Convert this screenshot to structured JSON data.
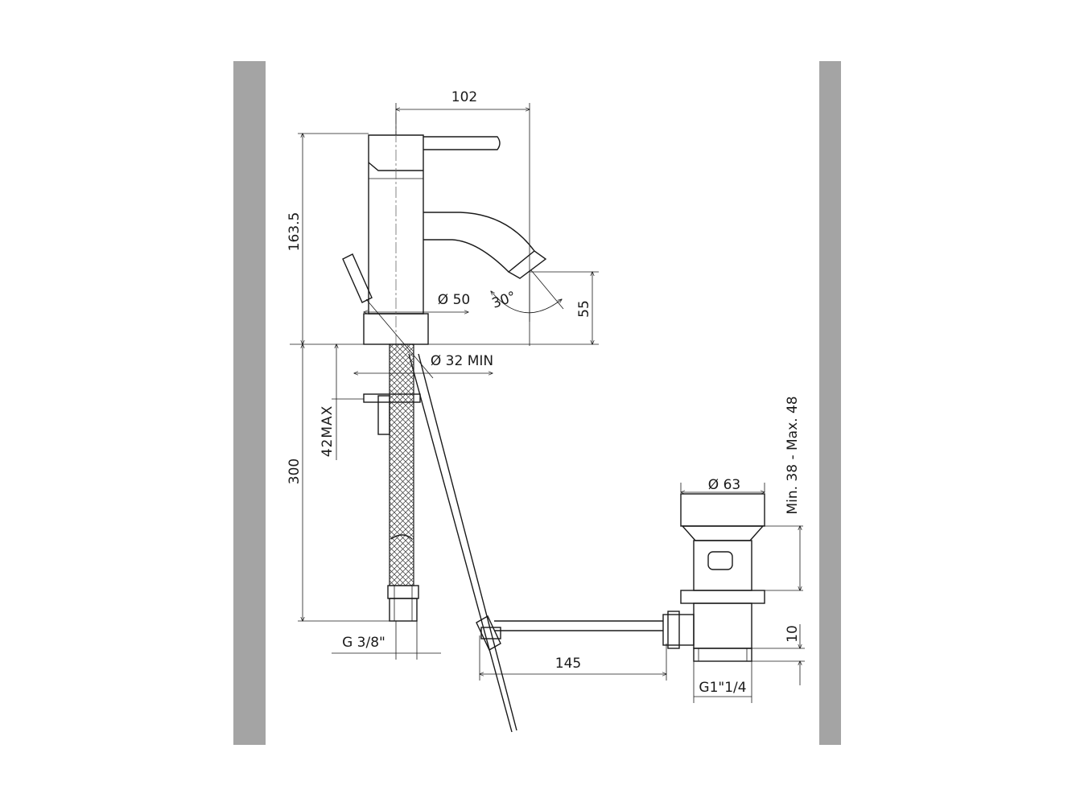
{
  "dimensions": {
    "spout_reach": "102",
    "total_height": "163.5",
    "spout_height": "55",
    "base_diameter": "Ø 50",
    "hole_diameter": "Ø 32 MIN",
    "max_thickness": "42MAX",
    "hose_length": "300",
    "hose_thread": "G 3/8\"",
    "spout_angle": "30°",
    "waste_diameter": "Ø 63",
    "waste_range": "Min. 38 - Max. 48",
    "waste_rod": "145",
    "waste_thread_height": "10",
    "waste_thread": "G1\"1/4"
  },
  "colors": {
    "side_bars": "#a4a4a4",
    "line": "#1a1a1a"
  }
}
